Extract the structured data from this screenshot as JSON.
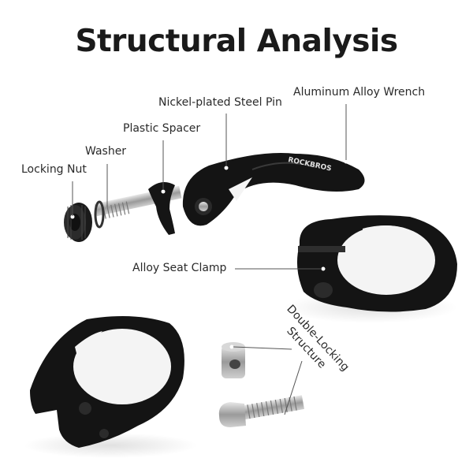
{
  "title": "Structural Analysis",
  "labels": {
    "locking_nut": "Locking Nut",
    "washer": "Washer",
    "plastic_spacer": "Plastic Spacer",
    "steel_pin": "Nickel-plated Steel Pin",
    "wrench": "Aluminum Alloy Wrench",
    "seat_clamp": "Alloy Seat Clamp",
    "double_locking_1": "Double-Locking",
    "double_locking_2": "Structure"
  },
  "brand_mark": "ROCKBROS",
  "colors": {
    "text": "#1a1a1a",
    "part": "#111111",
    "metal": "#b8b8b8",
    "leader": "#555555"
  }
}
